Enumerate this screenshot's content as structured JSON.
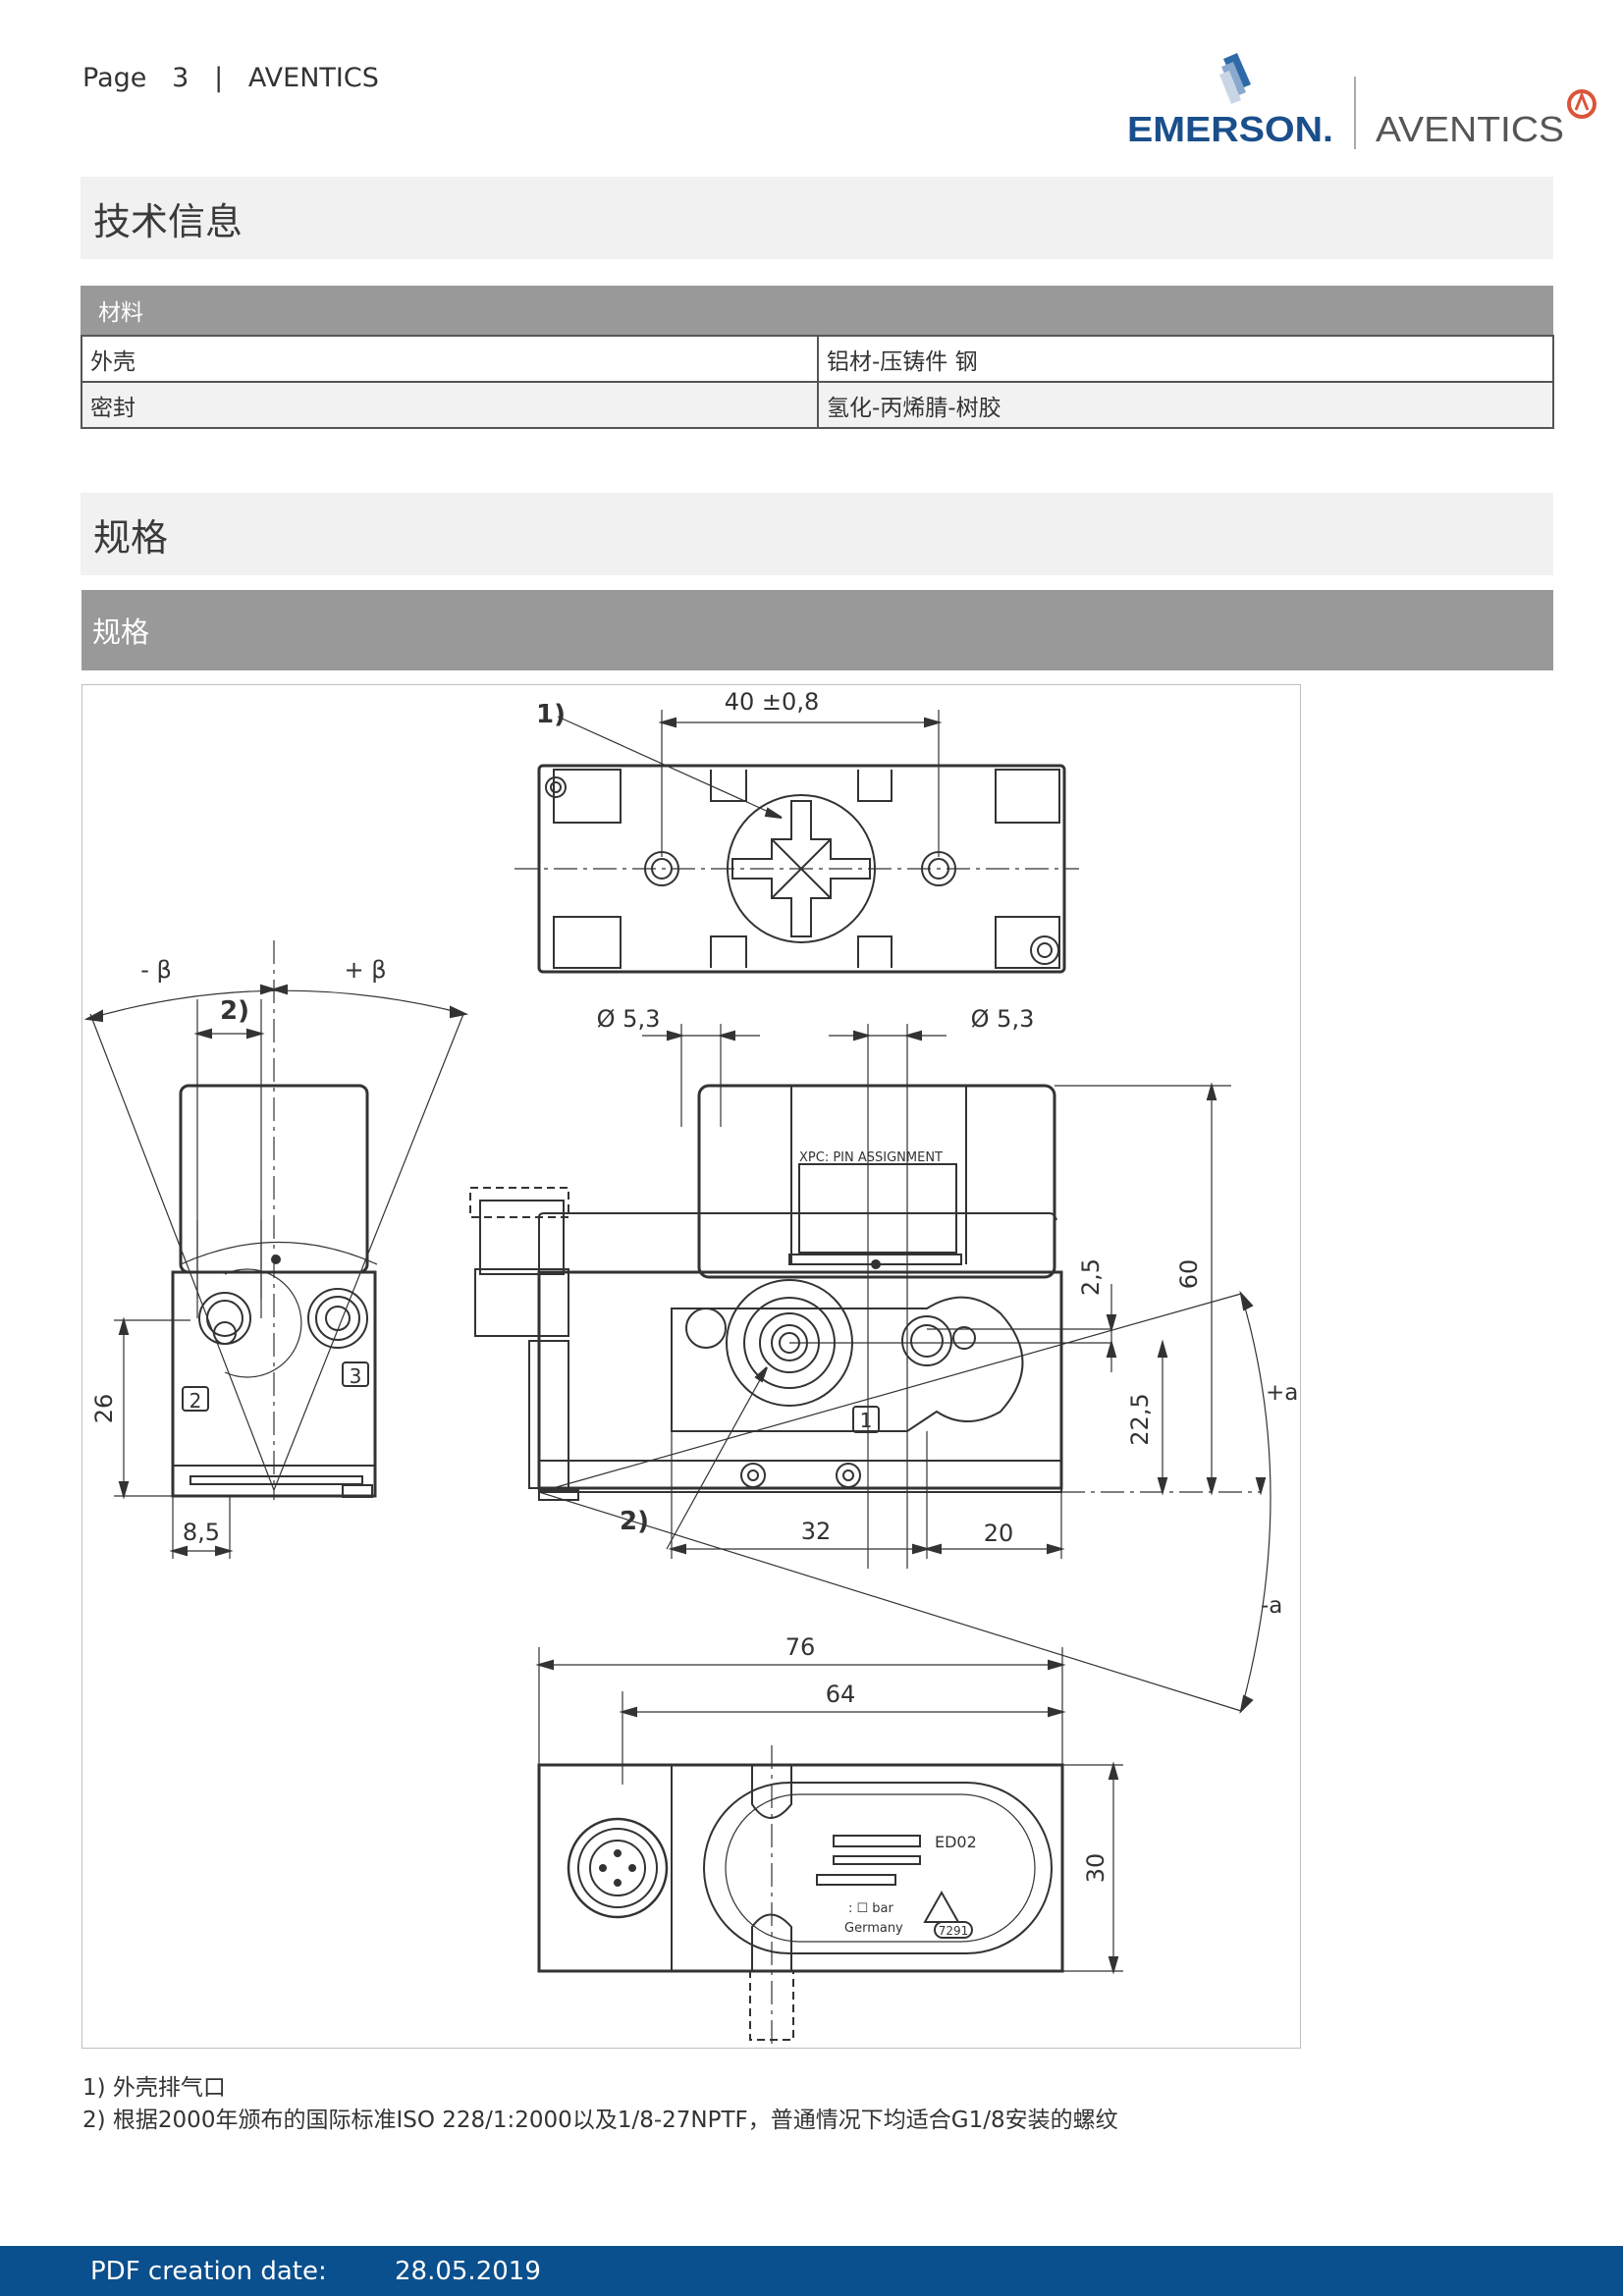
{
  "header": {
    "page_label": "Page",
    "page_number": "3",
    "separator": "|",
    "brand": "AVENTICS"
  },
  "logo": {
    "emerson": "EMERSON.",
    "aventics": "AVENTICS"
  },
  "technical_info": {
    "title": "技术信息",
    "material_table": {
      "header": "材料",
      "rows": [
        {
          "part": "外壳",
          "material": "铝材-压铸件 钢"
        },
        {
          "part": "密封",
          "material": "氢化-丙烯腈-树胶"
        }
      ]
    }
  },
  "specifications": {
    "title": "规格",
    "subheader": "规格"
  },
  "drawing": {
    "label_1": "1)",
    "label_2": "2)",
    "dim_40": "40 ±0,8",
    "minus_beta": "- β",
    "plus_beta": "+ β",
    "dia_left": "Ø 5,3",
    "dia_right": "Ø 5,3",
    "pin_assignment": "XPC: PIN  ASSIGNMENT",
    "dim_2_5": "2,5",
    "dim_60": "60",
    "dim_22_5": "22,5",
    "plus_a": "+a",
    "minus_a": "-a",
    "dim_26": "26",
    "dim_8_5": "8,5",
    "dim_32": "32",
    "dim_20": "20",
    "dim_76": "76",
    "dim_64": "64",
    "dim_30": "30",
    "port_1": "1",
    "port_2": "2",
    "port_3": "3",
    "ed02": "ED02",
    "bar": ": ☐ bar",
    "germany": "Germany",
    "code": "7291"
  },
  "notes": [
    "1) 外壳排气口",
    "2) 根据2000年颁布的国际标准ISO 228/1:2000以及1/8-27NPTF，普通情况下均适合G1/8安装的螺纹"
  ],
  "footer": {
    "label": "PDF creation date:",
    "date": "28.05.2019"
  },
  "colors": {
    "footer_bg": "#0a4f8e",
    "table_header_bg": "#999999",
    "section_bg": "#f1f1f1",
    "aventics_accent": "#d9553a"
  }
}
